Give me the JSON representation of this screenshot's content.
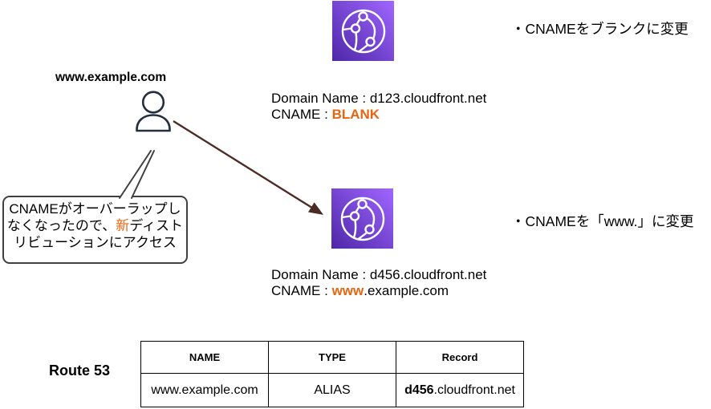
{
  "top_flow": {
    "bullet": "・CNAMEをブランクに変更",
    "domain_line": "Domain Name : d123.cloudfront.net",
    "cname_prefix": "CNAME : ",
    "cname_value": "BLANK"
  },
  "bottom_flow": {
    "bullet": "・CNAMEを「www.」に変更",
    "domain_line": "Domain Name : d456.cloudfront.net",
    "cname_prefix": "CNAME : ",
    "cname_highlight": "www",
    "cname_suffix": ".example.com"
  },
  "user": {
    "label": "www.example.com"
  },
  "callout": {
    "line1": "CNAMEがオーバーラップし",
    "line2_pre": "なくなったので、",
    "line2_highlight": "新",
    "line2_post": "ディスト",
    "line3": "リビューションにアクセス"
  },
  "route53": {
    "label": "Route 53",
    "table": {
      "headers": [
        "NAME",
        "TYPE",
        "Record"
      ],
      "row": {
        "name": "www.example.com",
        "type": "ALIAS",
        "record_bold": "d456",
        "record_rest": ".cloudfront.net"
      }
    }
  },
  "icons": {
    "cloudfront_top": "cloudfront-globe-icon",
    "cloudfront_bottom": "cloudfront-globe-icon",
    "user": "person-icon"
  },
  "colors": {
    "highlight_orange": "#E8650F",
    "arrow_brown": "#4B2B23",
    "person_navy": "#232F3E",
    "icon_grad_start": "#4D27A8",
    "icon_grad_end": "#A166FF",
    "bubble_border": "#404040"
  }
}
